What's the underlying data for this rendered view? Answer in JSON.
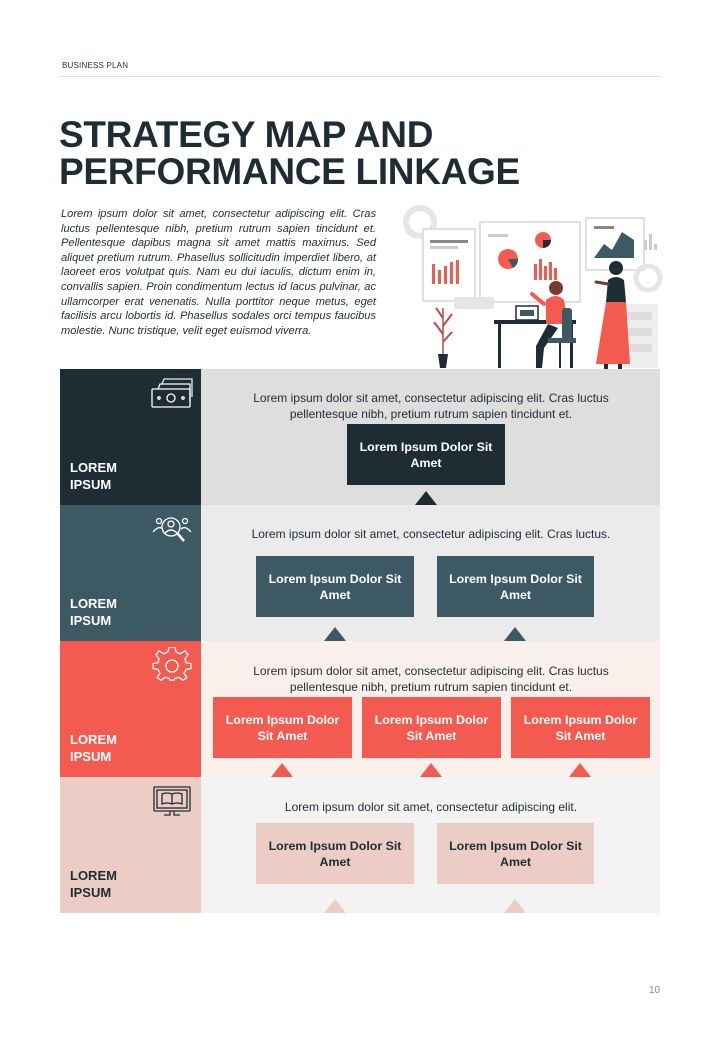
{
  "header": {
    "label": "BUSINESS PLAN"
  },
  "title": {
    "line1": "STRATEGY MAP AND",
    "line2": "PERFORMANCE LINKAGE"
  },
  "intro": "Lorem ipsum dolor sit amet, consectetur adipiscing elit. Cras luctus pellentesque nibh, pretium rutrum sapien tincidunt et. Pellentesque dapibus magna sit amet mattis maximus. Sed aliquet pretium rutrum. Phasellus sollicitudin imperdiet libero, at laoreet eros volutpat quis. Nam eu dui iaculis, dictum enim in, convallis sapien. Proin condimentum lectus id lacus pulvinar, ac ullamcorper erat venenatis. Nulla porttitor neque metus, eget facilisis arcu lobortis id. Phasellus sodales orci tempus faucibus molestie. Nunc tristique, velit eget euismod viverra.",
  "colors": {
    "dark": "#1e2d33",
    "slate": "#3c5964",
    "coral": "#f35b51",
    "blush": "#ebcdc6"
  },
  "rows": [
    {
      "label_line1": "LOREM",
      "label_line2": "IPSUM",
      "icon": "money-icon",
      "desc": "Lorem ipsum dolor sit amet, consectetur adipiscing elit. Cras luctus pellentesque nibh, pretium rutrum sapien tincidunt et.",
      "boxes": [
        "Lorem Ipsum Dolor Sit Amet"
      ]
    },
    {
      "label_line1": "LOREM",
      "label_line2": "IPSUM",
      "icon": "team-search-icon",
      "desc": "Lorem ipsum dolor sit amet, consectetur adipiscing elit. Cras luctus.",
      "boxes": [
        "Lorem Ipsum Dolor Sit Amet",
        "Lorem Ipsum Dolor Sit Amet"
      ]
    },
    {
      "label_line1": "LOREM",
      "label_line2": "IPSUM",
      "icon": "gear-icon",
      "desc": "Lorem ipsum dolor sit amet, consectetur adipiscing elit. Cras luctus pellentesque nibh, pretium rutrum sapien tincidunt et.",
      "boxes": [
        "Lorem Ipsum Dolor Sit Amet",
        "Lorem Ipsum Dolor Sit Amet",
        "Lorem Ipsum Dolor Sit Amet"
      ]
    },
    {
      "label_line1": "LOREM",
      "label_line2": "IPSUM",
      "icon": "monitor-book-icon",
      "desc": "Lorem ipsum dolor sit amet, consectetur adipiscing elit.",
      "boxes": [
        "Lorem Ipsum Dolor Sit Amet",
        "Lorem Ipsum Dolor Sit Amet"
      ]
    }
  ],
  "page_number": "10"
}
